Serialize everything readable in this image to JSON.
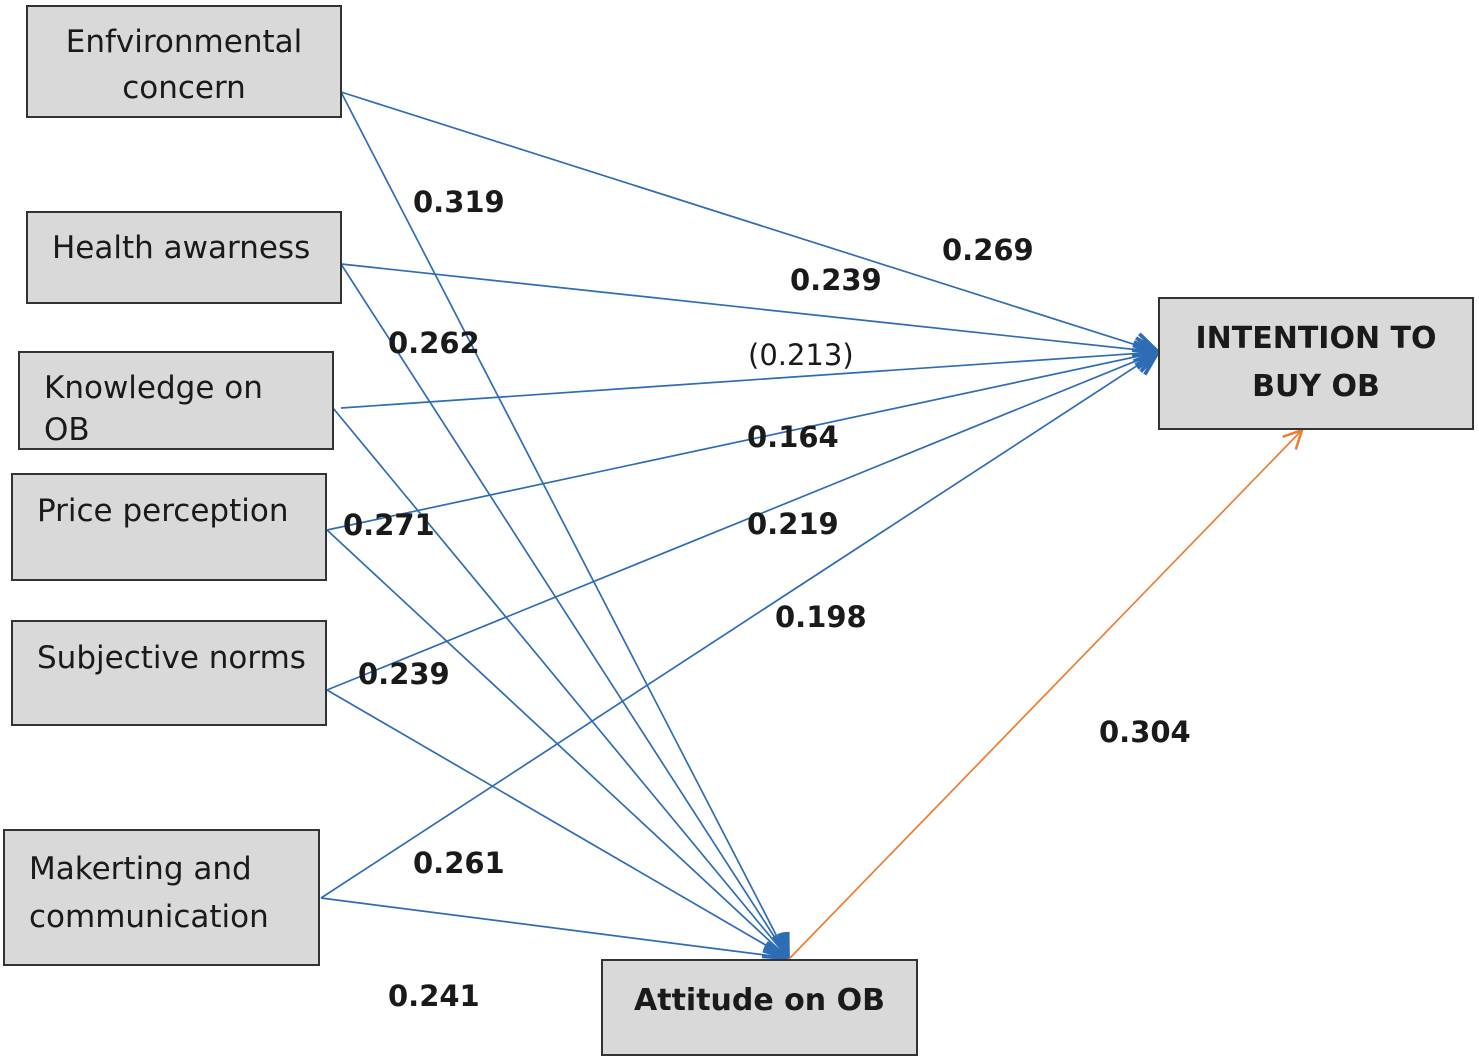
{
  "nodes": {
    "environmental_concern": "Enfvironmental\nconcern",
    "health_awareness": "Health awarness",
    "knowledge": "Knowledge on\nOB",
    "price_perception": "Price perception",
    "subjective_norms": "Subjective norms",
    "marketing": "Makerting and\ncommunication",
    "attitude": "Attitude on OB",
    "intention": "INTENTION TO\nBUY OB"
  },
  "coefficients": {
    "env_to_attitude": "0.319",
    "env_to_intention": "0.269",
    "health_to_intention": "0.239",
    "health_to_attitude": "0.262",
    "knowledge_to_intention": "(0.213)",
    "price_to_intention": "0.164",
    "price_to_attitude": "0.271",
    "norms_to_intention": "0.219",
    "norms_to_attitude": "0.239",
    "marketing_to_intention": "0.198",
    "marketing_to_attitude": "0.261",
    "knowledge_to_attitude": "0.241",
    "attitude_to_intention": "0.304"
  },
  "colors": {
    "arrow_blue": "#2e6db5",
    "arrow_orange": "#ed7d31",
    "box_fill": "#d9d9d9",
    "box_border": "#333333"
  }
}
